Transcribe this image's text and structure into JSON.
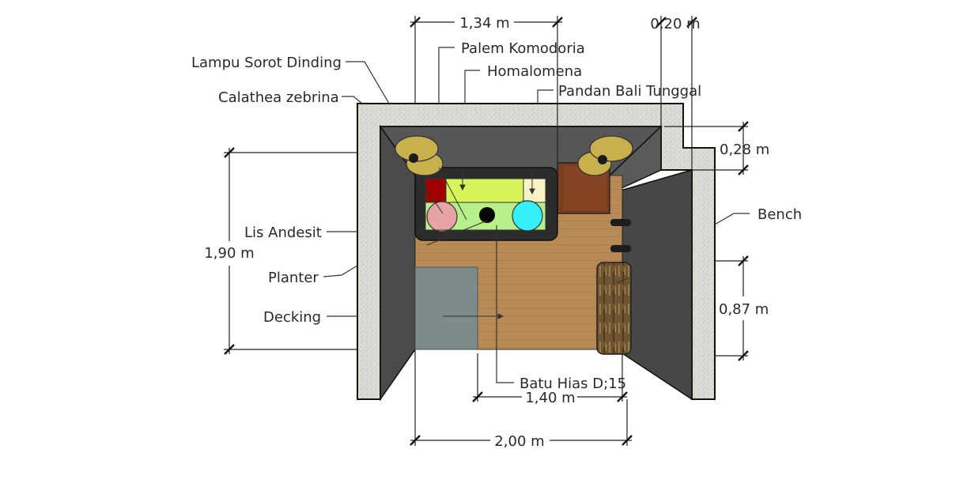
{
  "labels": {
    "lampu_sorot": "Lampu Sorot Dinding",
    "calathea": "Calathea zebrina",
    "palem": "Palem Komodoria",
    "homalomena": "Homalomena",
    "pandan": "Pandan Bali Tunggal",
    "lis_andesit": "Lis Andesit",
    "planter": "Planter",
    "decking": "Decking",
    "bench": "Bench",
    "batu_hias": "Batu Hias D;15"
  },
  "dimensions": {
    "top_width": "1,34 m",
    "wall_thickness": "0,20 m",
    "step_offset": "0,28 m",
    "height": "1,90 m",
    "bench_length": "0,87 m",
    "deck_width": "1,40 m",
    "total_width": "2,00 m"
  },
  "colors": {
    "wall": "#dcdcd7",
    "inner_wall": "#4a4a4a",
    "deck": "#b88a55",
    "stone_slab": "#7e8a8c",
    "lamp": "#c9b04e",
    "planter_rim": "#2c2c2c",
    "plant_green": "#d6f55a",
    "plant_pink": "#e8a4a4",
    "plant_cyan": "#35f0f8",
    "plant_red": "#a00000",
    "plant_cream": "#fbf3c6",
    "cabinet": "#7a3e1e",
    "bench_wood": "#6f5432"
  }
}
